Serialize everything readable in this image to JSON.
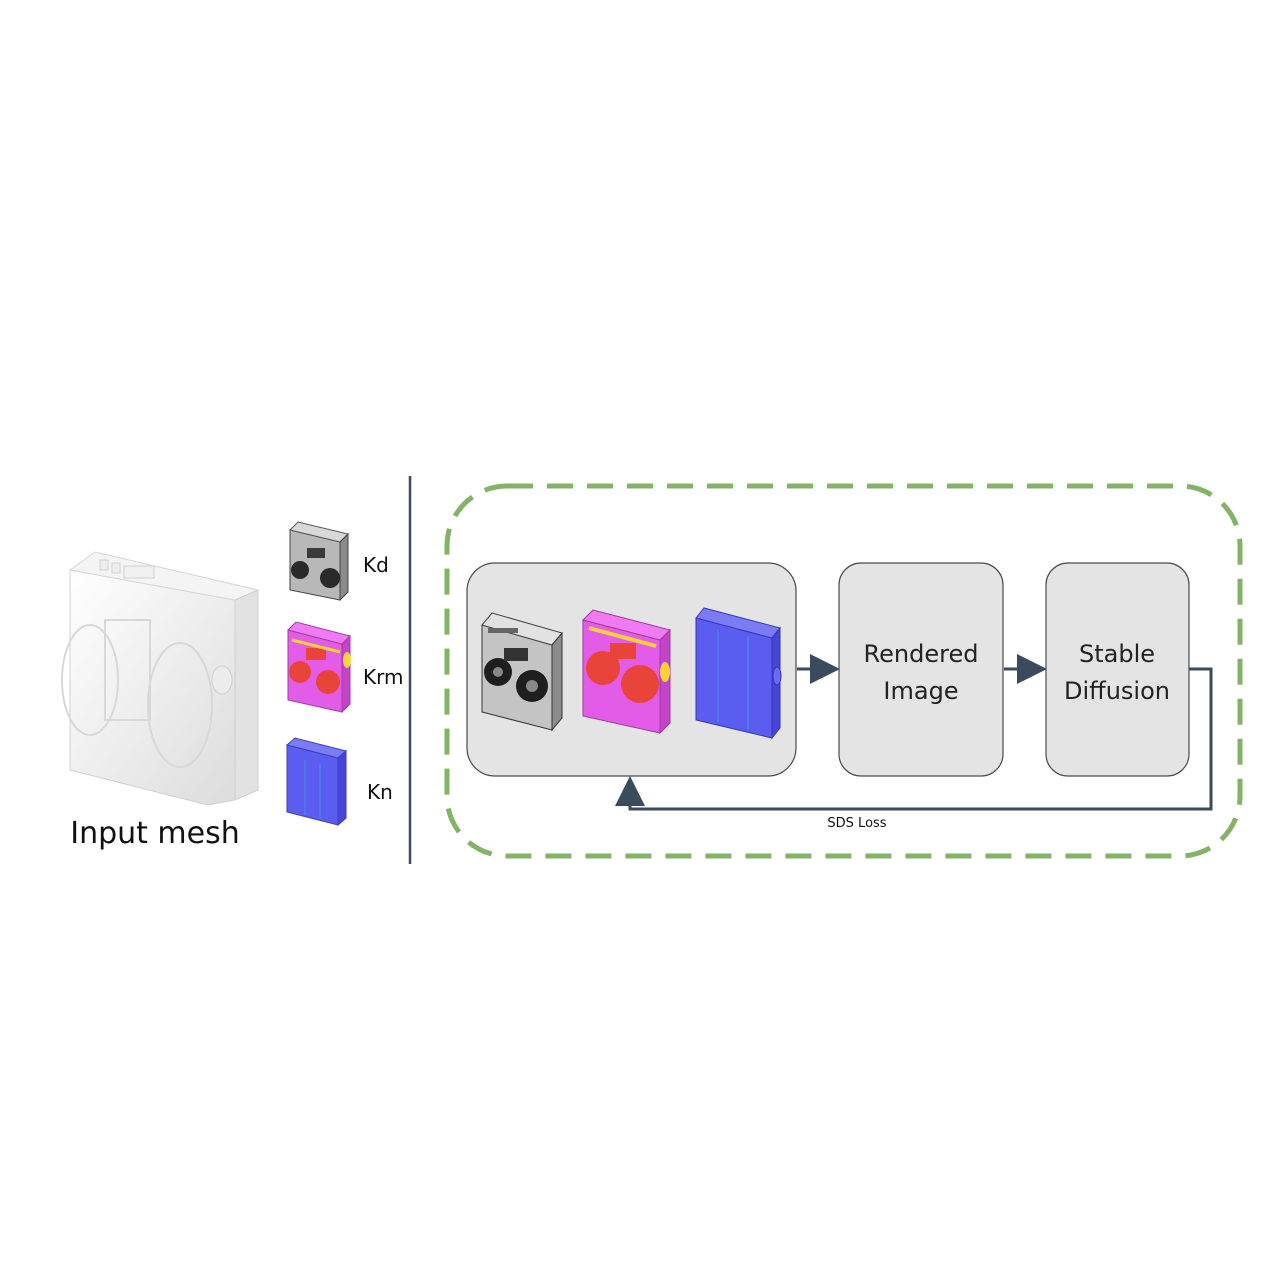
{
  "input": {
    "label": "Input mesh"
  },
  "textures": [
    {
      "label": "Kd",
      "color": "#9a9a9a"
    },
    {
      "label": "Krm",
      "color": "#e35ce8"
    },
    {
      "label": "Kn",
      "color": "#5b5cf0"
    }
  ],
  "pipeline": {
    "render_box": {
      "line1": "Rendered",
      "line2": "Image"
    },
    "diffusion_box": {
      "line1": "Stable",
      "line2": "Diffusion"
    },
    "loss_label": "SDS Loss"
  },
  "colors": {
    "dashed_border": "#82b366",
    "box_fill": "#e4e4e4",
    "box_stroke": "#4a4a4a",
    "arrow": "#3b4a5c",
    "divider": "#3b4a5c"
  }
}
